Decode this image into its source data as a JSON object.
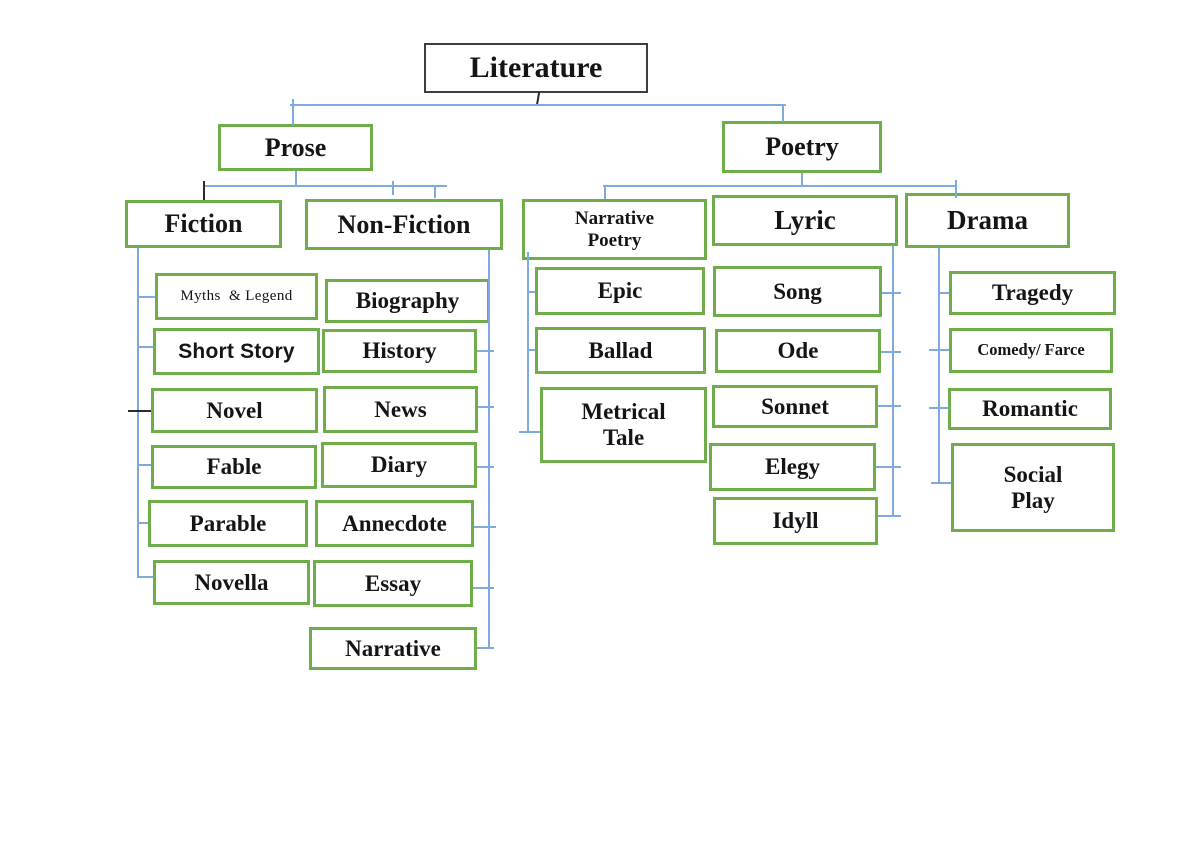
{
  "diagram": {
    "kind": "hierarchy-tree",
    "colors": {
      "node_border": "#6FAD4B",
      "root_border": "#3F3F3F",
      "connector_blue": "#7FAADF",
      "connector_black": "#2b2b2b",
      "text": "#151515",
      "background": "#ffffff"
    },
    "tree": {
      "root": "Literature",
      "branches": [
        {
          "label": "Prose",
          "children": [
            {
              "label": "Fiction",
              "children": [
                "Myths  & Legend",
                "Short Story",
                "Novel",
                "Fable",
                "Parable",
                "Novella"
              ]
            },
            {
              "label": "Non-Fiction",
              "children": [
                "Biography",
                "History",
                "News",
                "Diary",
                "Annecdote",
                "Essay",
                "Narrative"
              ]
            }
          ]
        },
        {
          "label": "Poetry",
          "children": [
            {
              "label": "Narrative\nPoetry",
              "children": [
                "Epic",
                "Ballad",
                "Metrical\nTale"
              ]
            },
            {
              "label": "Lyric",
              "children": [
                "Song",
                "Ode",
                "Sonnet",
                "Elegy",
                "Idyll"
              ]
            },
            {
              "label": "Drama",
              "children": [
                "Tragedy",
                "Comedy/ Farce",
                "Romantic",
                "Social\nPlay"
              ]
            }
          ]
        }
      ]
    }
  }
}
